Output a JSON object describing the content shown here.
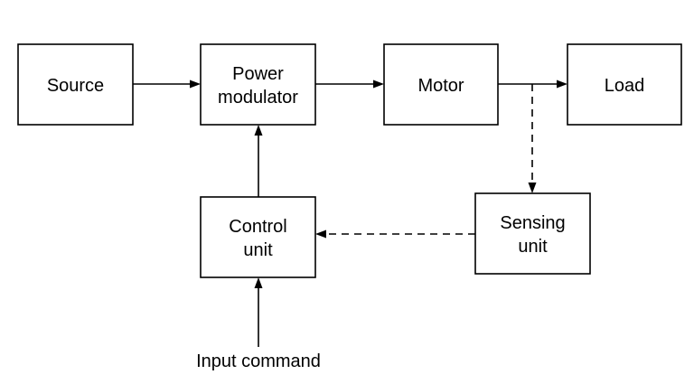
{
  "diagram": {
    "blocks": {
      "source": {
        "lines": [
          "Source"
        ]
      },
      "power_modulator": {
        "lines": [
          "Power",
          "modulator"
        ]
      },
      "motor": {
        "lines": [
          "Motor"
        ]
      },
      "load": {
        "lines": [
          "Load"
        ]
      },
      "control_unit": {
        "lines": [
          "Control",
          "unit"
        ]
      },
      "sensing_unit": {
        "lines": [
          "Sensing",
          "unit"
        ]
      }
    },
    "input_label": "Input command",
    "edges": [
      {
        "from": "source",
        "to": "power_modulator",
        "style": "solid"
      },
      {
        "from": "power_modulator",
        "to": "motor",
        "style": "solid"
      },
      {
        "from": "motor",
        "to": "load",
        "style": "solid"
      },
      {
        "from": "motor",
        "to": "sensing_unit",
        "style": "dashed"
      },
      {
        "from": "sensing_unit",
        "to": "control_unit",
        "style": "dashed"
      },
      {
        "from": "control_unit",
        "to": "power_modulator",
        "style": "solid"
      },
      {
        "from": "input_command",
        "to": "control_unit",
        "style": "solid"
      }
    ]
  }
}
